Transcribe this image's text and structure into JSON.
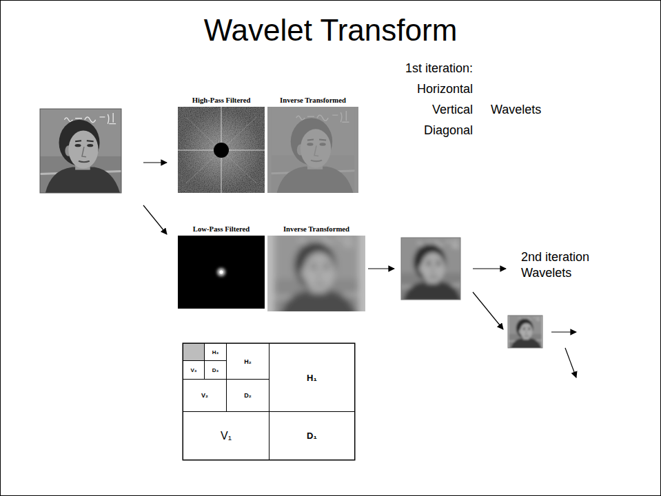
{
  "diagram": {
    "title": "Wavelet Transform",
    "nodes": [
      {
        "text": [
          "High-Pass Filtered"
        ]
      },
      {
        "text": [
          "Inverse Transformed"
        ]
      },
      {
        "text": [
          "Low-Pass Filtered"
        ]
      },
      {
        "text": [
          "Inverse Transformed"
        ]
      },
      {
        "text": [
          "H₃"
        ]
      },
      {
        "text": [
          "V₃"
        ]
      },
      {
        "text": [
          "D₃"
        ]
      },
      {
        "text": [
          "H₂"
        ]
      },
      {
        "text": [
          "V₂"
        ]
      },
      {
        "text": [
          "D₂"
        ]
      },
      {
        "text": [
          "H₁"
        ]
      },
      {
        "text": [
          "V₁"
        ]
      },
      {
        "text": [
          "D₁"
        ]
      }
    ],
    "labels": [
      "1st iteration:",
      "Horizontal",
      "Vertical",
      "Diagonal",
      "Wavelets",
      "2nd iteration",
      "Wavelets"
    ]
  }
}
